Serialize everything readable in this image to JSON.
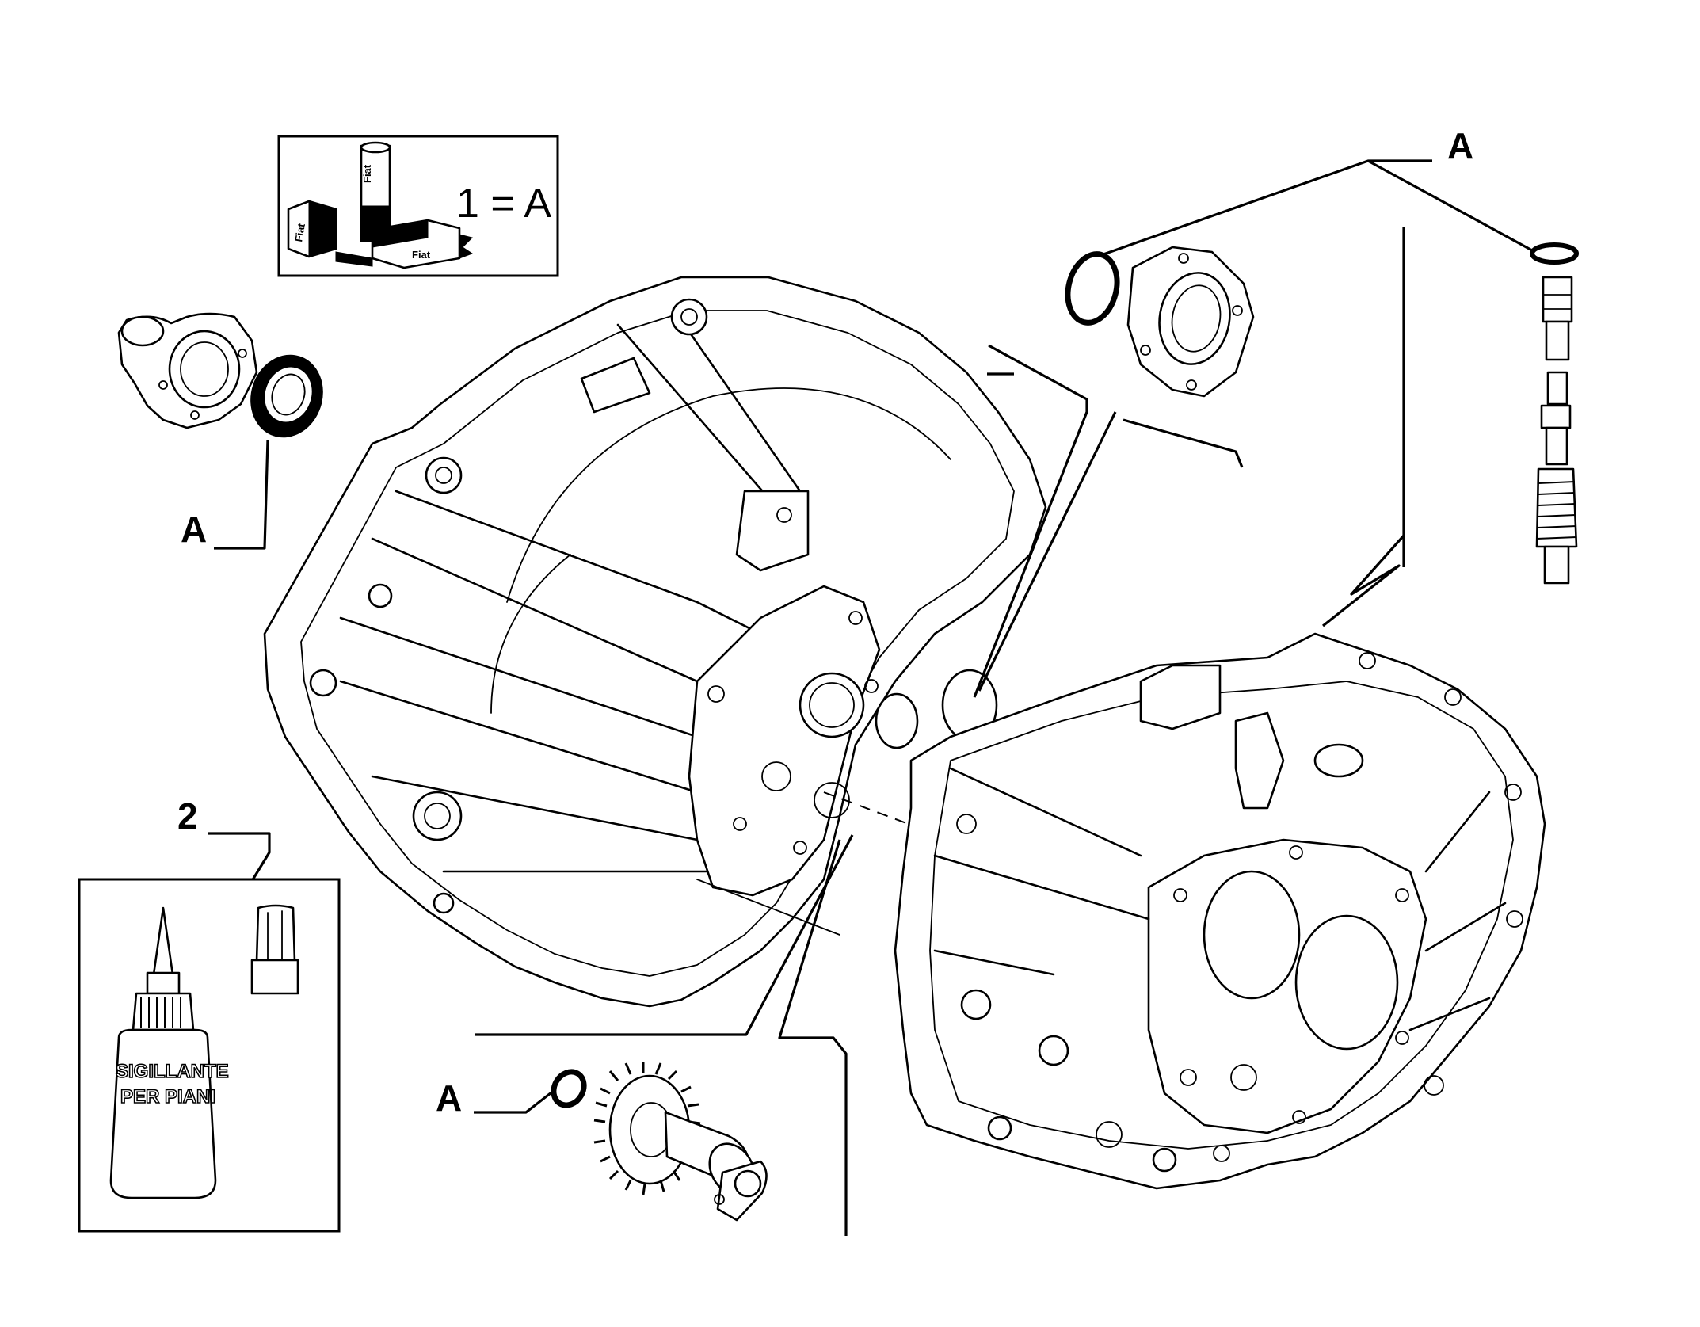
{
  "legend_box": {
    "brand_text": "Fiat",
    "equation": "1 = A"
  },
  "callouts": {
    "top_right": "A",
    "left_bearing": "A",
    "bottom_gear": "A",
    "sealant": "2"
  },
  "sealant_bottle": {
    "line1": "SIGILLANTE",
    "line2": "PER PIANI"
  }
}
